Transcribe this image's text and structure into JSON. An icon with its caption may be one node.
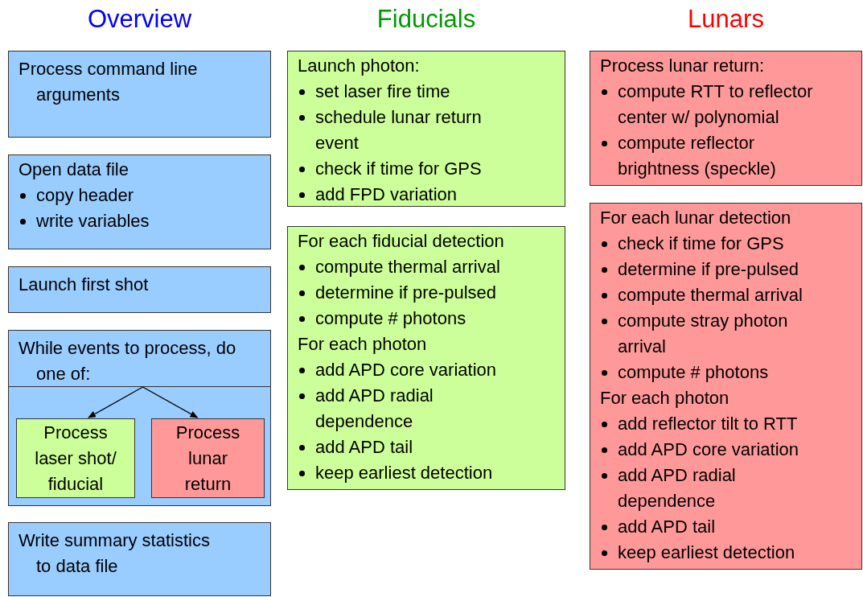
{
  "diagram": {
    "nodes": [
      {
        "text": [
          "Process command line arguments"
        ]
      },
      {
        "text": [
          "Open data file",
          "copy header",
          "write variables"
        ]
      },
      {
        "text": [
          "Launch first shot"
        ]
      },
      {
        "text": [
          "While events to process, do one of:"
        ]
      },
      {
        "text": [],
        "shape": "box"
      },
      {
        "text": [
          "Process laser shot/ fiducial"
        ],
        "in": 4
      },
      {
        "text": [
          "Process lunar return"
        ],
        "in": 4
      },
      {
        "text": [
          "Write summary statistics to data file"
        ]
      },
      {
        "text": [
          "Launch photon:",
          "set laser fire time",
          "schedule lunar return event",
          "check if time for GPS",
          "add FPD variation"
        ]
      },
      {
        "text": [
          "For each fiducial detection",
          "compute thermal arrival",
          "determine if pre-pulsed",
          "compute # photons",
          "For each photon",
          "add APD core variation",
          "add APD radial dependence",
          "add APD tail",
          "keep earliest detection"
        ]
      },
      {
        "text": [
          "Process lunar return:",
          "compute RTT to reflector center w/ polynomial",
          "compute reflector brightness (speckle)"
        ]
      },
      {
        "text": [
          "For each lunar detection",
          "check if time for GPS",
          "determine if pre-pulsed",
          "compute thermal arrival",
          "compute stray photon arrival",
          "compute # photons",
          "For each photon",
          "add reflector tilt to RTT",
          "add APD core variation",
          "add APD radial dependence",
          "add APD tail",
          "keep earliest detection"
        ]
      }
    ],
    "edges": [
      {
        "from": 3,
        "to": 5,
        "arrow": "to"
      },
      {
        "from": 3,
        "to": 6,
        "arrow": "to"
      }
    ],
    "labels": [
      "Overview",
      "Fiducials",
      "Lunars"
    ]
  }
}
